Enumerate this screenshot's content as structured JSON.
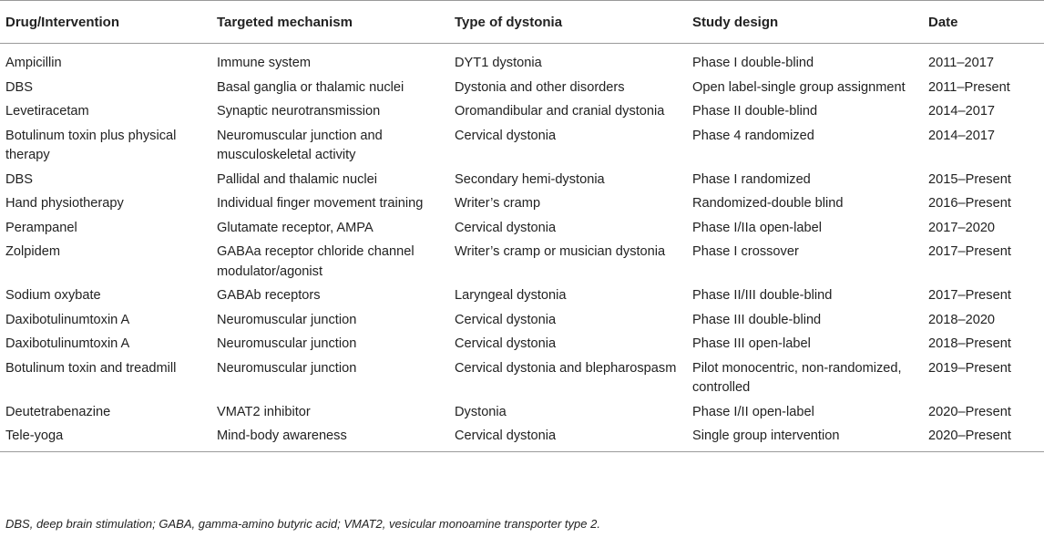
{
  "table": {
    "headers": [
      "Drug/Intervention",
      "Targeted mechanism",
      "Type of dystonia",
      "Study design",
      "Date"
    ],
    "rows": [
      [
        "Ampicillin",
        "Immune system",
        "DYT1 dystonia",
        "Phase I double-blind",
        "2011–2017"
      ],
      [
        "DBS",
        "Basal ganglia or thalamic nuclei",
        "Dystonia and other disorders",
        "Open label-single group assignment",
        "2011–Present"
      ],
      [
        "Levetiracetam",
        "Synaptic neurotransmission",
        "Oromandibular and cranial dystonia",
        "Phase II double-blind",
        "2014–2017"
      ],
      [
        "Botulinum toxin plus physical therapy",
        "Neuromuscular junction and musculoskeletal activity",
        "Cervical dystonia",
        "Phase 4 randomized",
        "2014–2017"
      ],
      [
        "DBS",
        "Pallidal and thalamic nuclei",
        "Secondary hemi-dystonia",
        "Phase I randomized",
        "2015–Present"
      ],
      [
        "Hand physiotherapy",
        "Individual finger movement training",
        "Writer’s cramp",
        "Randomized-double blind",
        "2016–Present"
      ],
      [
        "Perampanel",
        "Glutamate receptor, AMPA",
        "Cervical dystonia",
        "Phase I/IIa open-label",
        "2017–2020"
      ],
      [
        "Zolpidem",
        "GABAa receptor chloride channel modulator/agonist",
        "Writer’s cramp or musician dystonia",
        "Phase I crossover",
        "2017–Present"
      ],
      [
        "Sodium oxybate",
        "GABAb receptors",
        "Laryngeal dystonia",
        "Phase II/III double-blind",
        "2017–Present"
      ],
      [
        "Daxibotulinumtoxin A",
        "Neuromuscular junction",
        "Cervical dystonia",
        "Phase III double-blind",
        "2018–2020"
      ],
      [
        "Daxibotulinumtoxin A",
        "Neuromuscular junction",
        "Cervical dystonia",
        "Phase III open-label",
        "2018–Present"
      ],
      [
        "Botulinum toxin and treadmill",
        "Neuromuscular junction",
        "Cervical dystonia and blepharospasm",
        "Pilot monocentric, non-randomized, controlled",
        "2019–Present"
      ],
      [
        "Deutetrabenazine",
        "VMAT2 inhibitor",
        "Dystonia",
        "Phase I/II open-label",
        "2020–Present"
      ],
      [
        "Tele-yoga",
        "Mind-body awareness",
        "Cervical dystonia",
        "Single group intervention",
        "2020–Present"
      ]
    ]
  },
  "footnote": "DBS, deep brain stimulation; GABA, gamma-amino butyric acid; VMAT2, vesicular monoamine transporter type 2."
}
